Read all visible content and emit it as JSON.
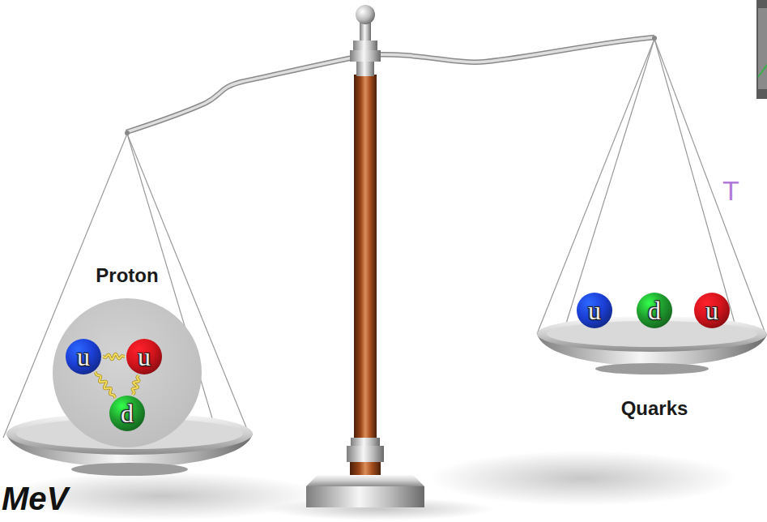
{
  "diagram": {
    "nodes": [
      {
        "text": [
          "Proton"
        ]
      },
      {
        "text": [
          "u"
        ],
        "in": 0
      },
      {
        "text": [
          "u"
        ],
        "in": 0
      },
      {
        "text": [
          "d"
        ],
        "in": 0
      },
      {
        "text": [
          "u"
        ]
      },
      {
        "text": [
          "d"
        ]
      },
      {
        "text": [
          "u"
        ]
      }
    ],
    "edges": [
      {
        "from": 1,
        "to": 2,
        "arrow": "none"
      },
      {
        "from": 1,
        "to": 3,
        "arrow": "none"
      },
      {
        "from": 3,
        "to": 2,
        "arrow": "none"
      }
    ],
    "labels": [
      "Quarks",
      "MeV",
      "T"
    ]
  }
}
